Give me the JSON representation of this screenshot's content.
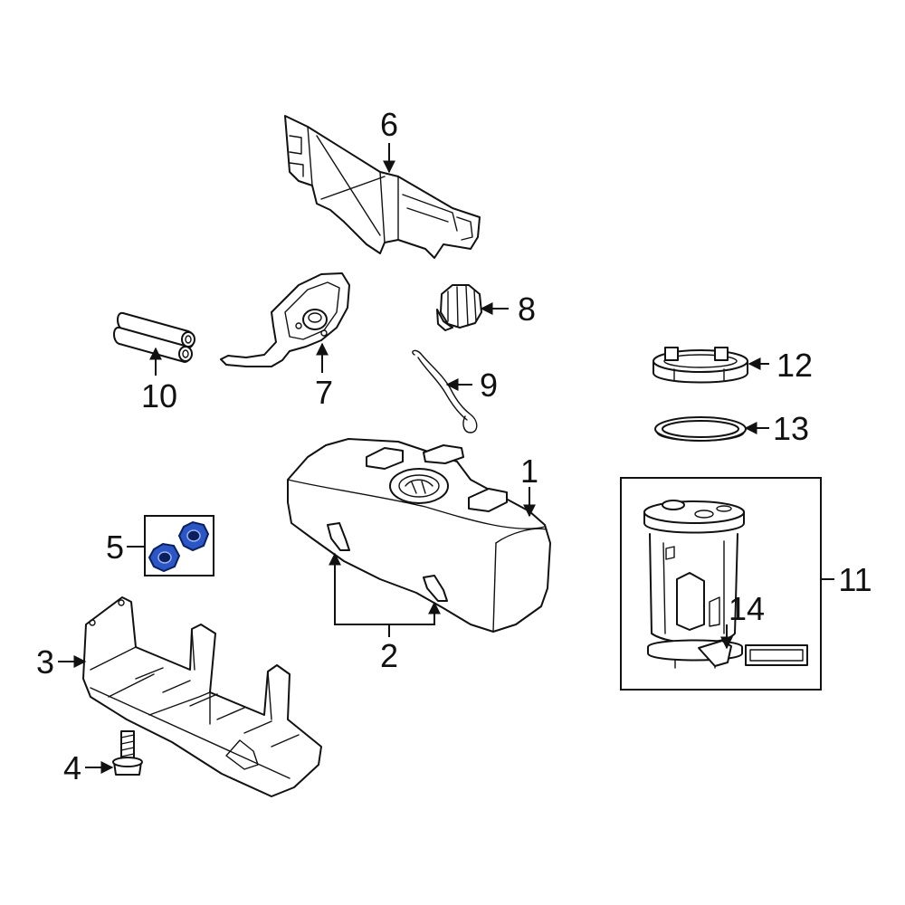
{
  "callouts": {
    "c1": "1",
    "c2": "2",
    "c3": "3",
    "c4": "4",
    "c5": "5",
    "c6": "6",
    "c7": "7",
    "c8": "8",
    "c9": "9",
    "c10": "10",
    "c11": "11",
    "c12": "12",
    "c13": "13",
    "c14": "14"
  },
  "colors": {
    "line": "#111111",
    "highlight_part": "#2a56c6",
    "background": "#ffffff"
  }
}
